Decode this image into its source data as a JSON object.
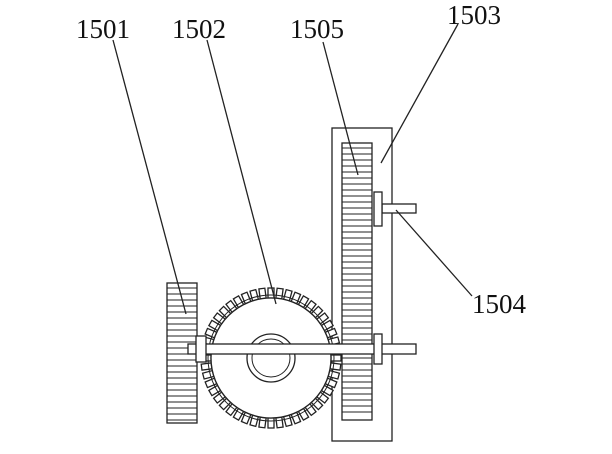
{
  "labels": {
    "l1501": "1501",
    "l1502": "1502",
    "l1503": "1503",
    "l1504": "1504",
    "l1505": "1505"
  }
}
